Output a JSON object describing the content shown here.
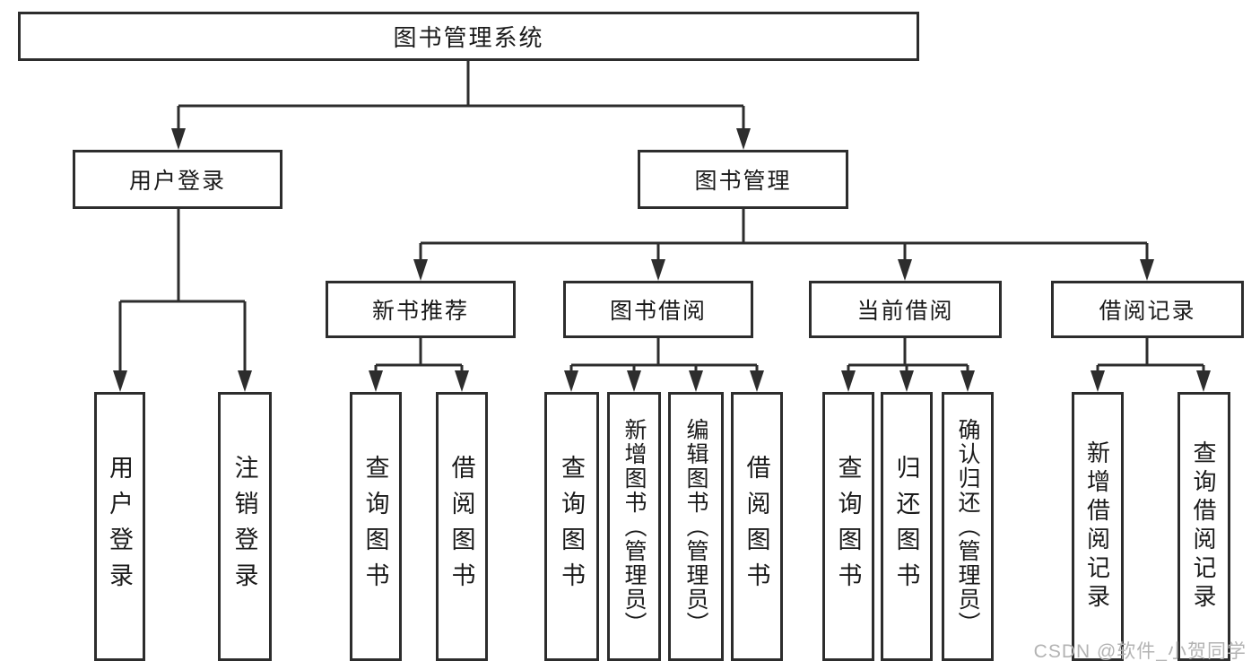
{
  "root": {
    "label": "图书管理系统"
  },
  "level2": [
    {
      "label": "用户登录"
    },
    {
      "label": "图书管理"
    }
  ],
  "level3": [
    {
      "label": "新书推荐"
    },
    {
      "label": "图书借阅"
    },
    {
      "label": "当前借阅"
    },
    {
      "label": "借阅记录"
    }
  ],
  "leaves": [
    {
      "group": "用户登录",
      "label": "用户登录"
    },
    {
      "group": "用户登录",
      "label": "注销登录"
    },
    {
      "group": "新书推荐",
      "label": "查询图书"
    },
    {
      "group": "新书推荐",
      "label": "借阅图书"
    },
    {
      "group": "图书借阅",
      "label": "查询图书"
    },
    {
      "group": "图书借阅",
      "label": "新增图书（管理员）"
    },
    {
      "group": "图书借阅",
      "label": "编辑图书（管理员）"
    },
    {
      "group": "图书借阅",
      "label": "借阅图书"
    },
    {
      "group": "当前借阅",
      "label": "查询图书"
    },
    {
      "group": "当前借阅",
      "label": "归还图书"
    },
    {
      "group": "当前借阅",
      "label": "确认归还（管理员）"
    },
    {
      "group": "借阅记录",
      "label": "新增借阅记录"
    },
    {
      "group": "借阅记录",
      "label": "查询借阅记录"
    }
  ],
  "hierarchy": {
    "图书管理系统": {
      "用户登录": [
        "用户登录",
        "注销登录"
      ],
      "图书管理": {
        "新书推荐": [
          "查询图书",
          "借阅图书"
        ],
        "图书借阅": [
          "查询图书",
          "新增图书（管理员）",
          "编辑图书（管理员）",
          "借阅图书"
        ],
        "当前借阅": [
          "查询图书",
          "归还图书",
          "确认归还（管理员）"
        ],
        "借阅记录": [
          "新增借阅记录",
          "查询借阅记录"
        ]
      }
    }
  },
  "watermark": {
    "text": "CSDN @软件_小贺同学"
  },
  "colors": {
    "line": "#2d2d2d",
    "text": "#1a1a1a",
    "background": "#ffffff",
    "watermark": "#b3b3b3"
  }
}
